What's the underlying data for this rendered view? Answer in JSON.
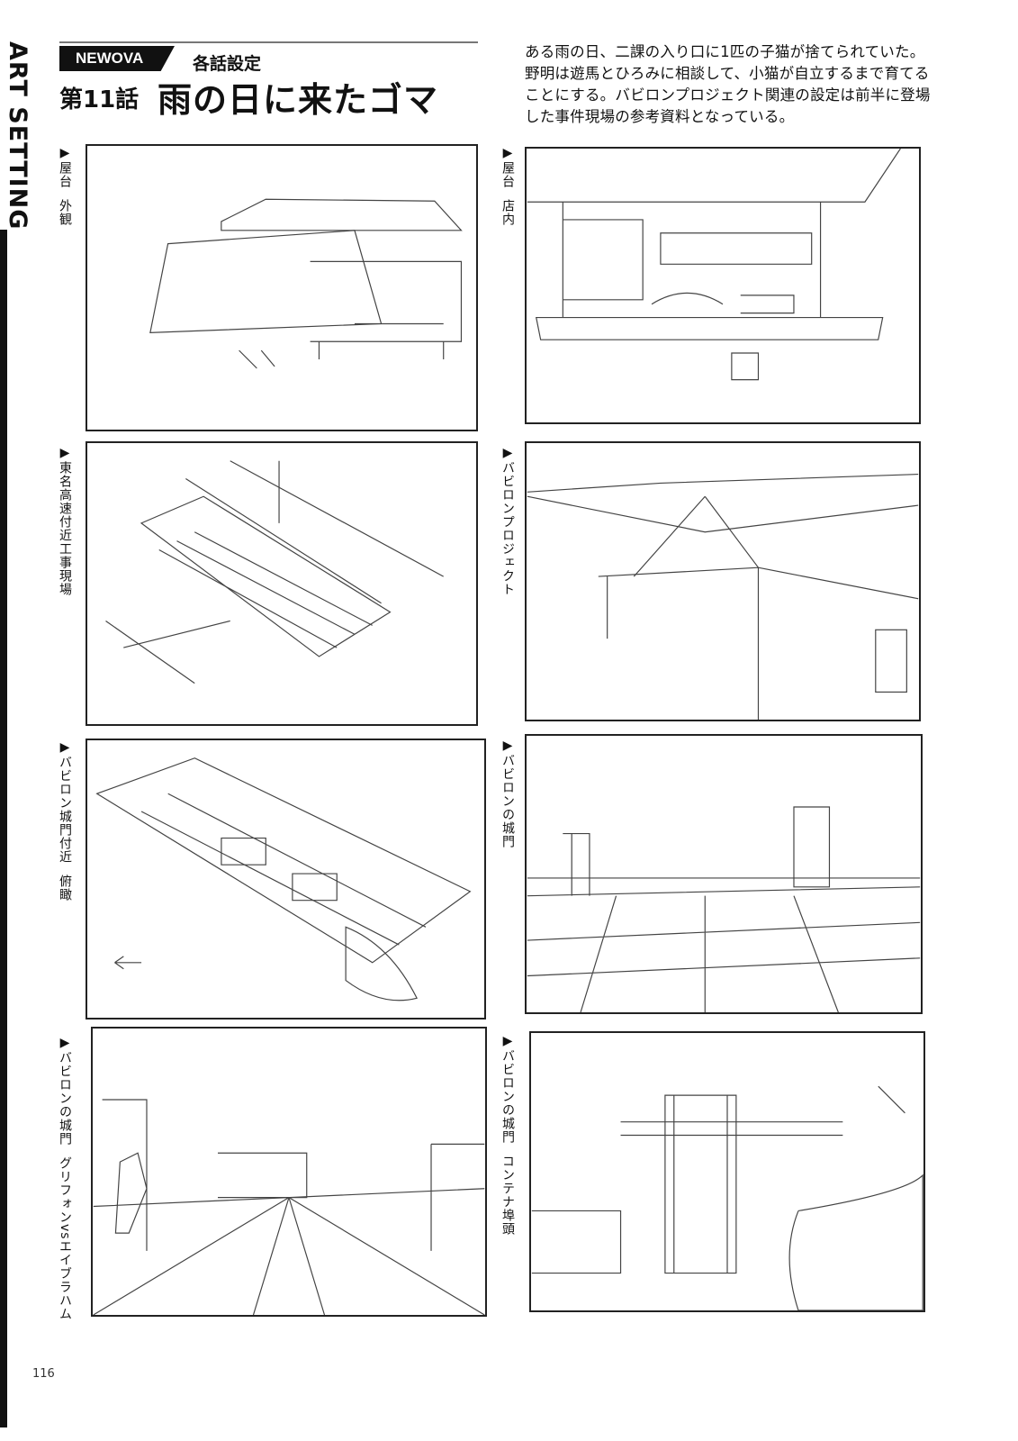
{
  "spine": {
    "label": "ART SETTING"
  },
  "header": {
    "series_badge": "NEWOVA",
    "section": "各話設定",
    "episode": "第11話",
    "title": "雨の日に来たゴマ"
  },
  "intro": "ある雨の日、二課の入り口に1匹の子猫が捨てられていた。野明は遊馬とひろみに相談して、小猫が自立するまで育てることにする。バビロンプロジェクト関連の設定は前半に登場した事件現場の参考資料となっている。",
  "panels": [
    {
      "caption_a": "▶屋台",
      "caption_b": "外観"
    },
    {
      "caption_a": "▶屋台",
      "caption_b": "店内"
    },
    {
      "caption_a": "▶東名高速付近工事現場",
      "caption_b": ""
    },
    {
      "caption_a": "▶バビロンプロジェクト",
      "caption_b": ""
    },
    {
      "caption_a": "▶バビロン城門付近",
      "caption_b": "俯瞰"
    },
    {
      "caption_a": "▶バビロンの城門",
      "caption_b": ""
    },
    {
      "caption_a": "▶バビロンの城門",
      "caption_b": "グリフォンvsエイブラハム"
    },
    {
      "caption_a": "▶バビロンの城門",
      "caption_b": "コンテナ埠頭"
    }
  ],
  "page_number": "116"
}
